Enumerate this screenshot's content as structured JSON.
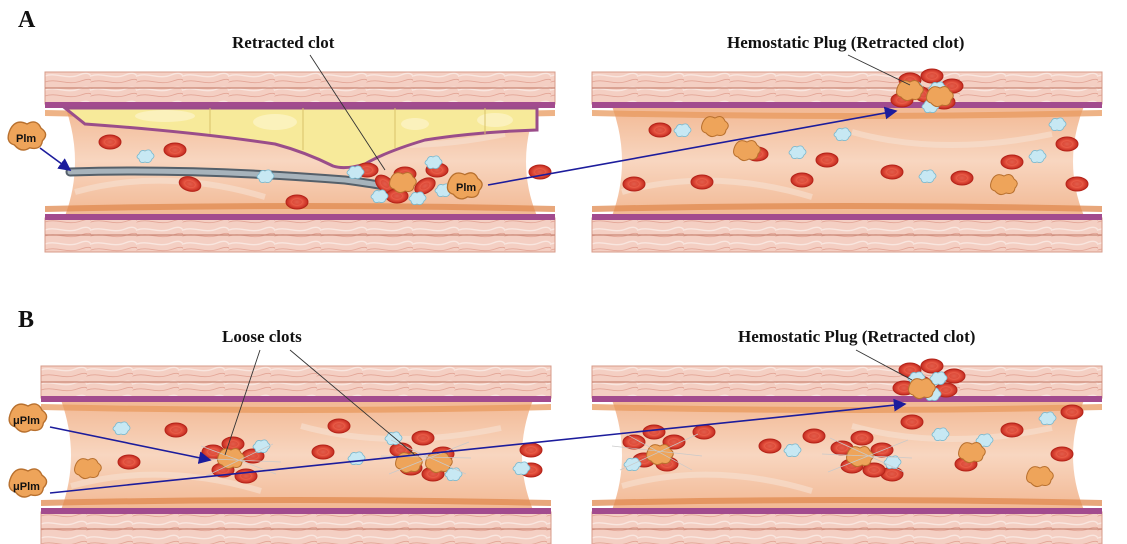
{
  "panels": [
    {
      "letter": "A",
      "left_label": "Retracted clot",
      "right_label": "Hemostatic Plug (Retracted clot)",
      "agent": "Plm",
      "agent_in_clot": "Plm"
    },
    {
      "letter": "B",
      "left_label": "Loose clots",
      "right_label": "Hemostatic Plug (Retracted clot)",
      "agent_top": "μPlm",
      "agent_bottom": "μPlm"
    }
  ],
  "colors": {
    "vessel_wall": "#e9b9a8",
    "muscle": "#f3d0c4",
    "lumen": "#f7cfb6",
    "intima": "#9a4d8a",
    "plaque": "#f7ea9a",
    "rbc": "#e24a3b",
    "platelet": "#bfe3f0",
    "plasmin": "#eea45a",
    "arrow": "#1c1c9c",
    "catheter": "#8d9aa3"
  },
  "icons": [
    "red-blood-cell-icon",
    "platelet-icon",
    "plasmin-molecule-icon",
    "catheter-icon",
    "arrow-icon"
  ]
}
